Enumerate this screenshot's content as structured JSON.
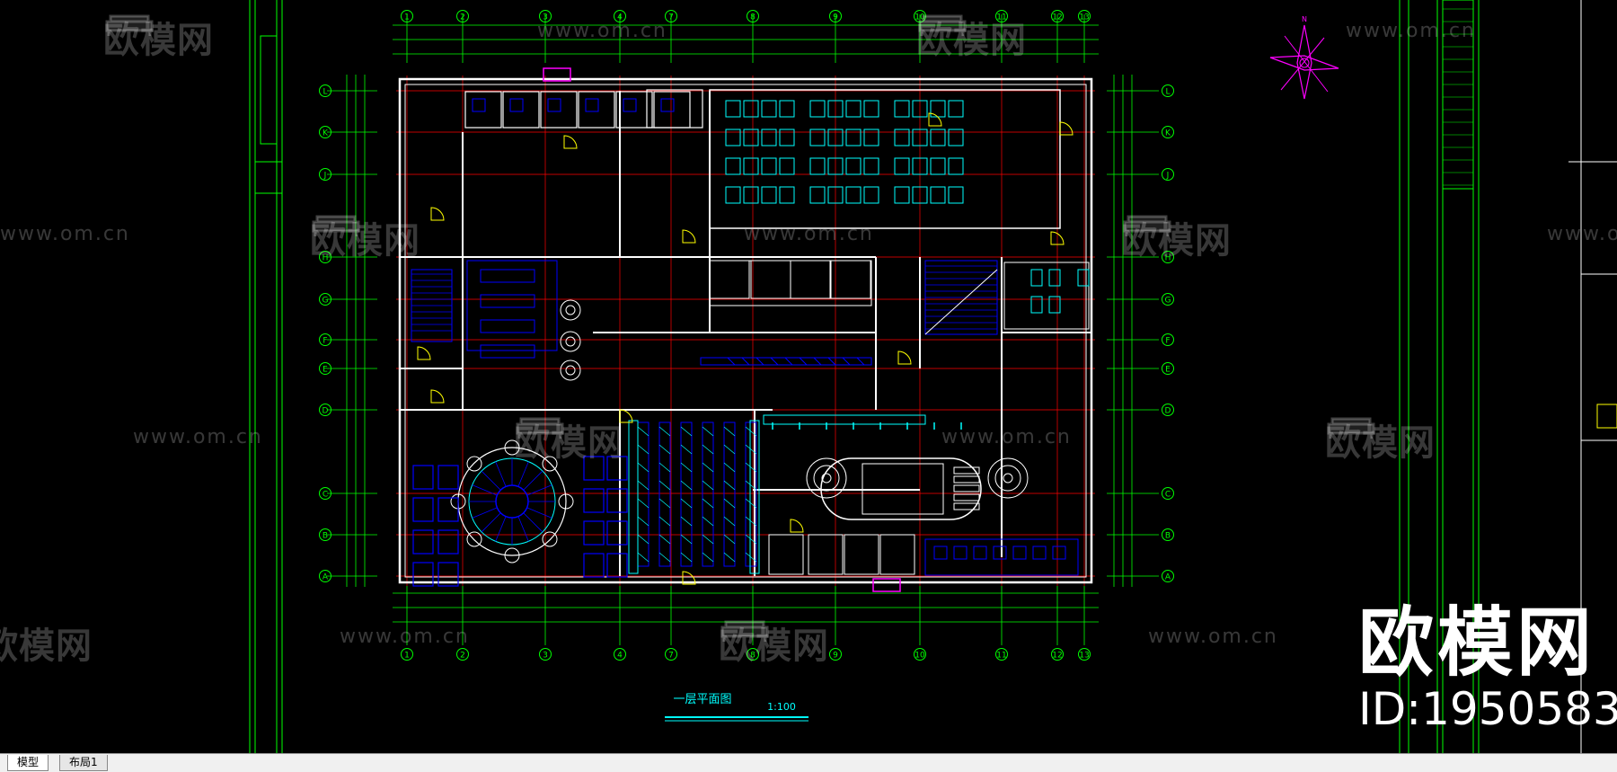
{
  "drawing": {
    "title": "一层平面图",
    "scale": "1:100",
    "column_labels": [
      "1",
      "2",
      "3",
      "4",
      "7",
      "8",
      "9",
      "10",
      "11",
      "12",
      "13"
    ],
    "row_labels": [
      "L",
      "K",
      "J",
      "H",
      "G",
      "F",
      "E",
      "D",
      "C",
      "B",
      "A"
    ]
  },
  "watermark": {
    "logo_text": "欧模网",
    "url_text": "www.om.cn"
  },
  "brand": {
    "name": "欧模网",
    "id_text": "ID:1950583"
  },
  "tabs": [
    {
      "label": "模型"
    },
    {
      "label": "布局1"
    }
  ],
  "colors": {
    "background": "#000000",
    "axis_green": "#00ff00",
    "wall_white": "#ffffff",
    "grid_red": "#ff0000",
    "furniture_cyan": "#00ffff",
    "furniture_blue": "#0000ff",
    "stair_magenta": "#ff00ff",
    "text_yellow": "#ffff00"
  }
}
